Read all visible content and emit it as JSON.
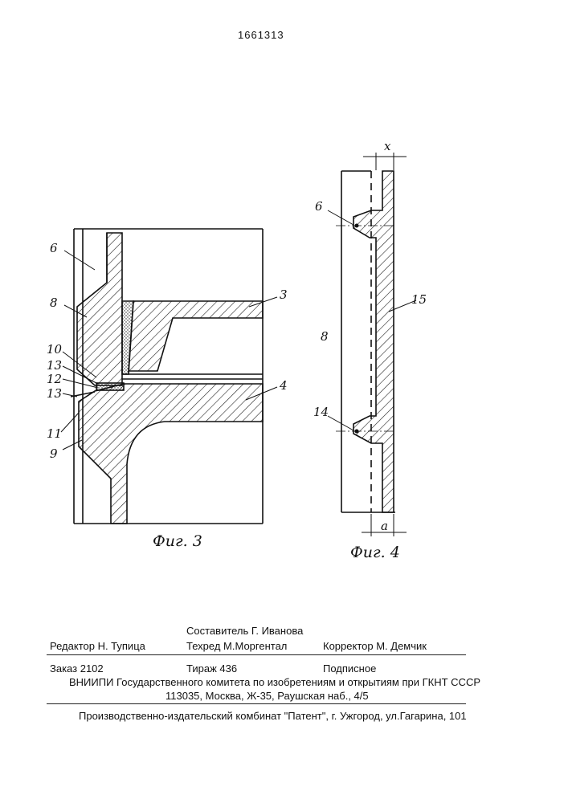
{
  "document": {
    "patent_number": "1661313"
  },
  "figures": {
    "fig3": {
      "caption": "Фиг. 3",
      "labels": {
        "l6": "6",
        "l8": "8",
        "l10": "10",
        "l13a": "13",
        "l12": "12",
        "l13b": "13",
        "l11": "11",
        "l9": "9",
        "l3": "3",
        "l4": "4"
      }
    },
    "fig4": {
      "caption": "Фиг. 4",
      "labels": {
        "x": "x",
        "l6": "6",
        "l15": "15",
        "l8": "8",
        "l14": "14",
        "a": "a"
      }
    }
  },
  "imprint": {
    "compiler": "Составитель Г. Иванова",
    "editor": "Редактор Н. Тупица",
    "techred": "Техред М.Моргентал",
    "corrector": "Корректор М. Демчик",
    "order": "Заказ 2102",
    "circulation": "Тираж 436",
    "subscription": "Подписное",
    "institution": "ВНИИПИ Государственного комитета по изобретениям и открытиям при ГКНТ СССР",
    "address": "113035, Москва, Ж-35, Раушская наб., 4/5",
    "publisher": "Производственно-издательский комбинат \"Патент\", г. Ужгород, ул.Гагарина, 101"
  }
}
